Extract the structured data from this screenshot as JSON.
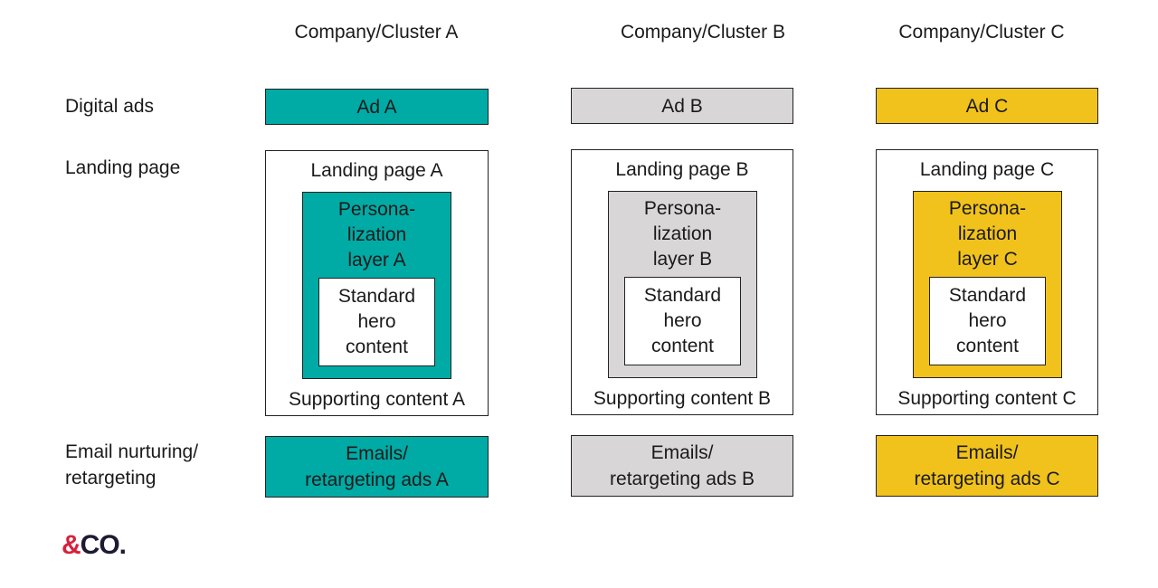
{
  "colors": {
    "cluster_a": "#00aaa5",
    "cluster_b": "#d9d6d8",
    "cluster_c": "#f1c21b",
    "logo_amp": "#d8203b",
    "logo_text": "#1d1a33"
  },
  "columns": [
    {
      "header": "Company/Cluster A",
      "ad": "Ad A",
      "landing_title": "Landing page A",
      "personalization": "Persona-\nlization\nlayer A",
      "hero": "Standard\nhero\ncontent",
      "supporting": "Supporting content A",
      "emails": "Emails/\nretargeting ads A"
    },
    {
      "header": "Company/Cluster B",
      "ad": "Ad B",
      "landing_title": "Landing page B",
      "personalization": "Persona-\nlization\nlayer B",
      "hero": "Standard\nhero\ncontent",
      "supporting": "Supporting content B",
      "emails": "Emails/\nretargeting ads B"
    },
    {
      "header": "Company/Cluster C",
      "ad": "Ad C",
      "landing_title": "Landing page C",
      "personalization": "Persona-\nlization\nlayer C",
      "hero": "Standard\nhero\ncontent",
      "supporting": "Supporting content C",
      "emails": "Emails/\nretargeting ads C"
    }
  ],
  "rows": {
    "digital_ads": "Digital ads",
    "landing_page": "Landing page",
    "email_line1": "Email nurturing/",
    "email_line2": "retargeting"
  },
  "logo": {
    "amp": "&",
    "co": "CO."
  }
}
